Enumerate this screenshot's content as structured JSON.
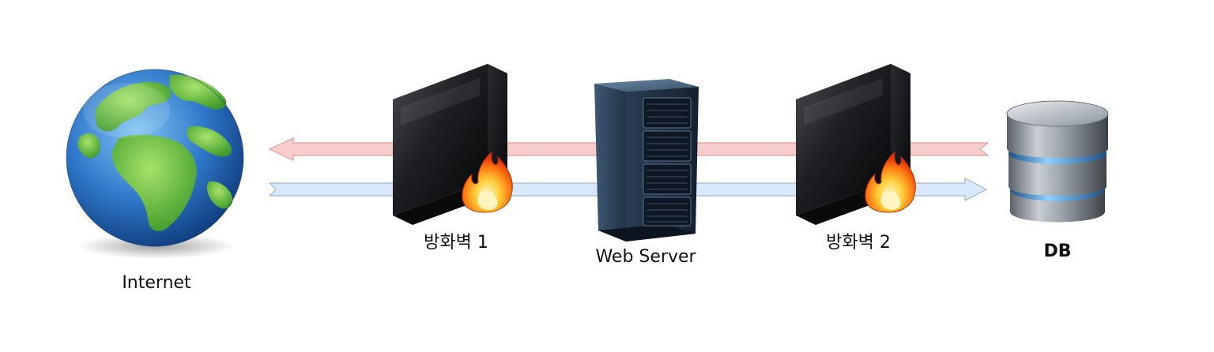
{
  "nodes": {
    "internet": {
      "label": "Internet"
    },
    "firewall1": {
      "label": "방화벽 1"
    },
    "webserver": {
      "label": "Web Server"
    },
    "firewall2": {
      "label": "방화벽 2"
    },
    "db": {
      "label": "DB"
    }
  },
  "colors": {
    "arrow_outbound_fill": "#f8cecc",
    "arrow_outbound_stroke": "#e39c99",
    "arrow_inbound_fill": "#dae8fc",
    "arrow_inbound_stroke": "#9cb8de",
    "globe_ocean": "#2f78c9",
    "globe_land": "#5fbd3a",
    "firewall_body": "#1a1a1e",
    "server_body": "#1e2c3c",
    "db_ring": "#3f8fd6"
  }
}
